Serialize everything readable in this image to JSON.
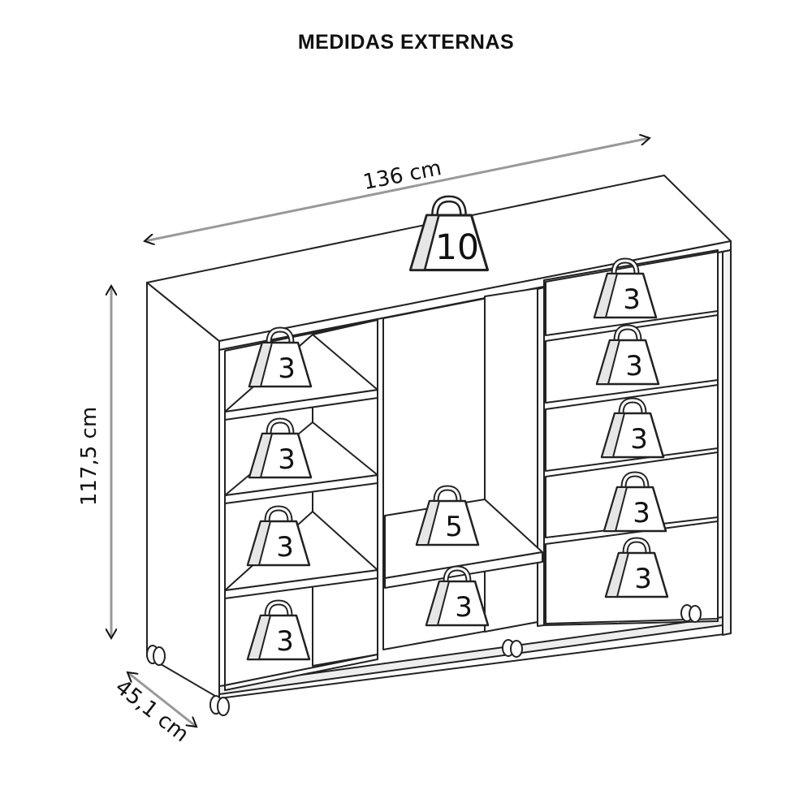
{
  "title": "MEDIDAS EXTERNAS",
  "dimensions": {
    "width": "136 cm",
    "height": "117,5 cm",
    "depth": "45,1 cm"
  },
  "weights": {
    "top": "10",
    "left_shelf_1": "3",
    "left_shelf_2": "3",
    "left_shelf_3": "3",
    "left_shelf_4": "3",
    "center_shelf": "5",
    "center_bottom": "3",
    "drawer_1": "3",
    "drawer_2": "3",
    "drawer_3": "3",
    "drawer_4": "3",
    "drawer_5": "3"
  }
}
